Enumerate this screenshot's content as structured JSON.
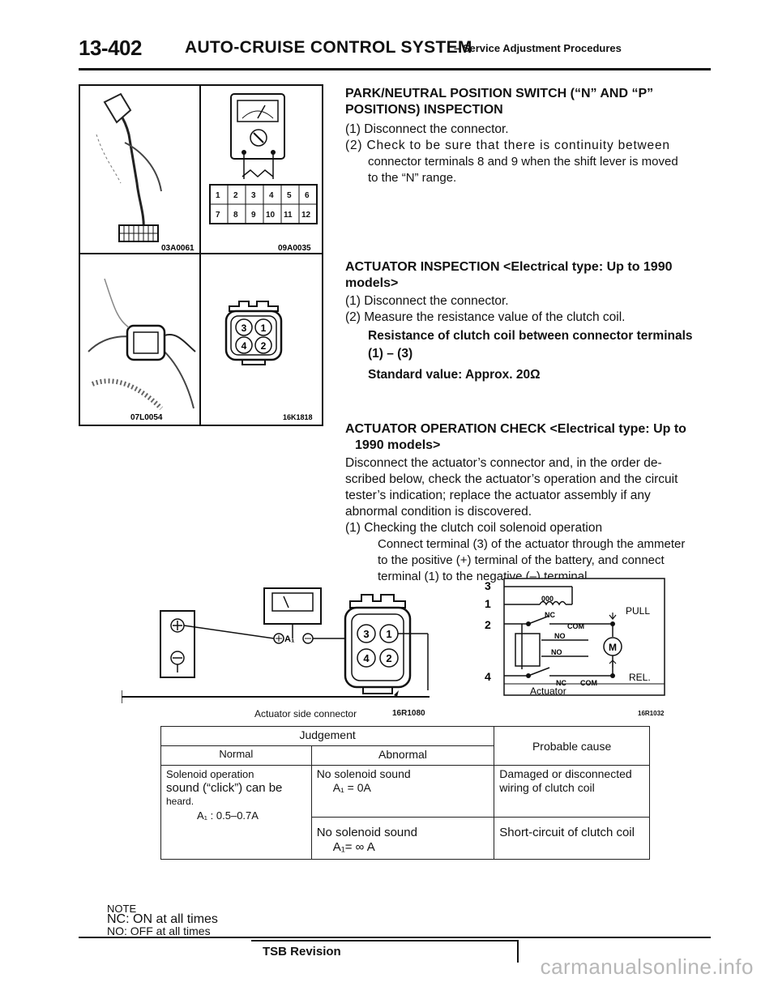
{
  "header": {
    "page_number": "13-402",
    "title": "AUTO-CRUISE CONTROL SYSTEM",
    "subtitle": "– Service Adjustment Procedures"
  },
  "figures": {
    "fig1_left_code": "03A0061",
    "fig1_right_code": "09A0035",
    "fig1_terminals": [
      "1",
      "2",
      "3",
      "4",
      "5",
      "6",
      "7",
      "8",
      "9",
      "10",
      "11",
      "12"
    ],
    "fig2_left_code": "07L0054",
    "fig2_right_code": "16K1818",
    "fig2_terminals": [
      "3",
      "1",
      "4",
      "2"
    ],
    "fig3_caption": "Actuator side connector",
    "fig3_code": "16R1080",
    "fig3_meter_label": "A₁",
    "fig4_code": "16R1032",
    "fig4_label": "Actuator",
    "fig4_pins": [
      "3",
      "1",
      "2",
      "4"
    ],
    "fig4_switch_labels": [
      "NC",
      "COM",
      "NO",
      "NO",
      "NC",
      "COM"
    ],
    "fig4_pull": "PULL",
    "fig4_rel": "REL.",
    "fig4_motor": "M",
    "fig4_coil": "000"
  },
  "sections": {
    "park_neutral": {
      "heading_line1": "PARK/NEUTRAL POSITION SWITCH (“N” AND “P”",
      "heading_line2": "POSITIONS) INSPECTION",
      "step1": "(1) Disconnect the connector.",
      "step2": "(2) Check to be sure that there is continuity between",
      "step2_cont1": "connector terminals 8 and 9 when the shift lever is moved",
      "step2_cont2": "to the “N” range."
    },
    "actuator_inspection": {
      "heading_line1": "ACTUATOR INSPECTION <Electrical type: Up to 1990",
      "heading_line2": "models>",
      "step1": "(1) Disconnect the connector.",
      "step2": "(2) Measure the resistance value of the clutch coil.",
      "resistance_line1": "Resistance of clutch coil between connector terminals",
      "resistance_line2": "(1) – (3)",
      "standard": "Standard value: Approx. 20Ω"
    },
    "actuator_operation": {
      "heading_line1": "ACTUATOR OPERATION CHECK <Electrical type: Up to",
      "heading_line2": "1990 models>",
      "para1": "Disconnect the actuator’s connector and, in the order de-",
      "para2": "scribed below, check the actuator’s operation and the circuit",
      "para3": "tester’s indication; replace the actuator assembly if any",
      "para4": "abnormal condition is discovered.",
      "step1": "(1) Checking the clutch coil solenoid operation",
      "step1_cont1": "Connect terminal (3) of the actuator through the ammeter",
      "step1_cont2": "to the positive (+) terminal of the battery, and connect",
      "step1_cont3": "terminal (1) to the negative (–) terminal."
    }
  },
  "table": {
    "judgement": "Judgement",
    "normal": "Normal",
    "abnormal": "Abnormal",
    "probable_cause": "Probable cause",
    "normal_cell_1": "Solenoid operation",
    "normal_cell_2": "sound (“click”) can be",
    "normal_cell_3": "heard.",
    "normal_cell_4": "A₁ : 0.5–0.7A",
    "row1_abnormal_1": "No solenoid sound",
    "row1_abnormal_2": "A₁ = 0A",
    "row1_cause_1": "Damaged or disconnected",
    "row1_cause_2": "wiring of clutch coil",
    "row2_abnormal_1": "No solenoid sound",
    "row2_abnormal_2": "A₁= ∞ A",
    "row2_cause": "Short-circuit of clutch coil"
  },
  "note": {
    "title": "NOTE",
    "line1": "NC: ON at all times",
    "line2": "NO: OFF at all times"
  },
  "footer": {
    "tsb": "TSB Revision",
    "watermark": "carmanualsonline.info"
  }
}
